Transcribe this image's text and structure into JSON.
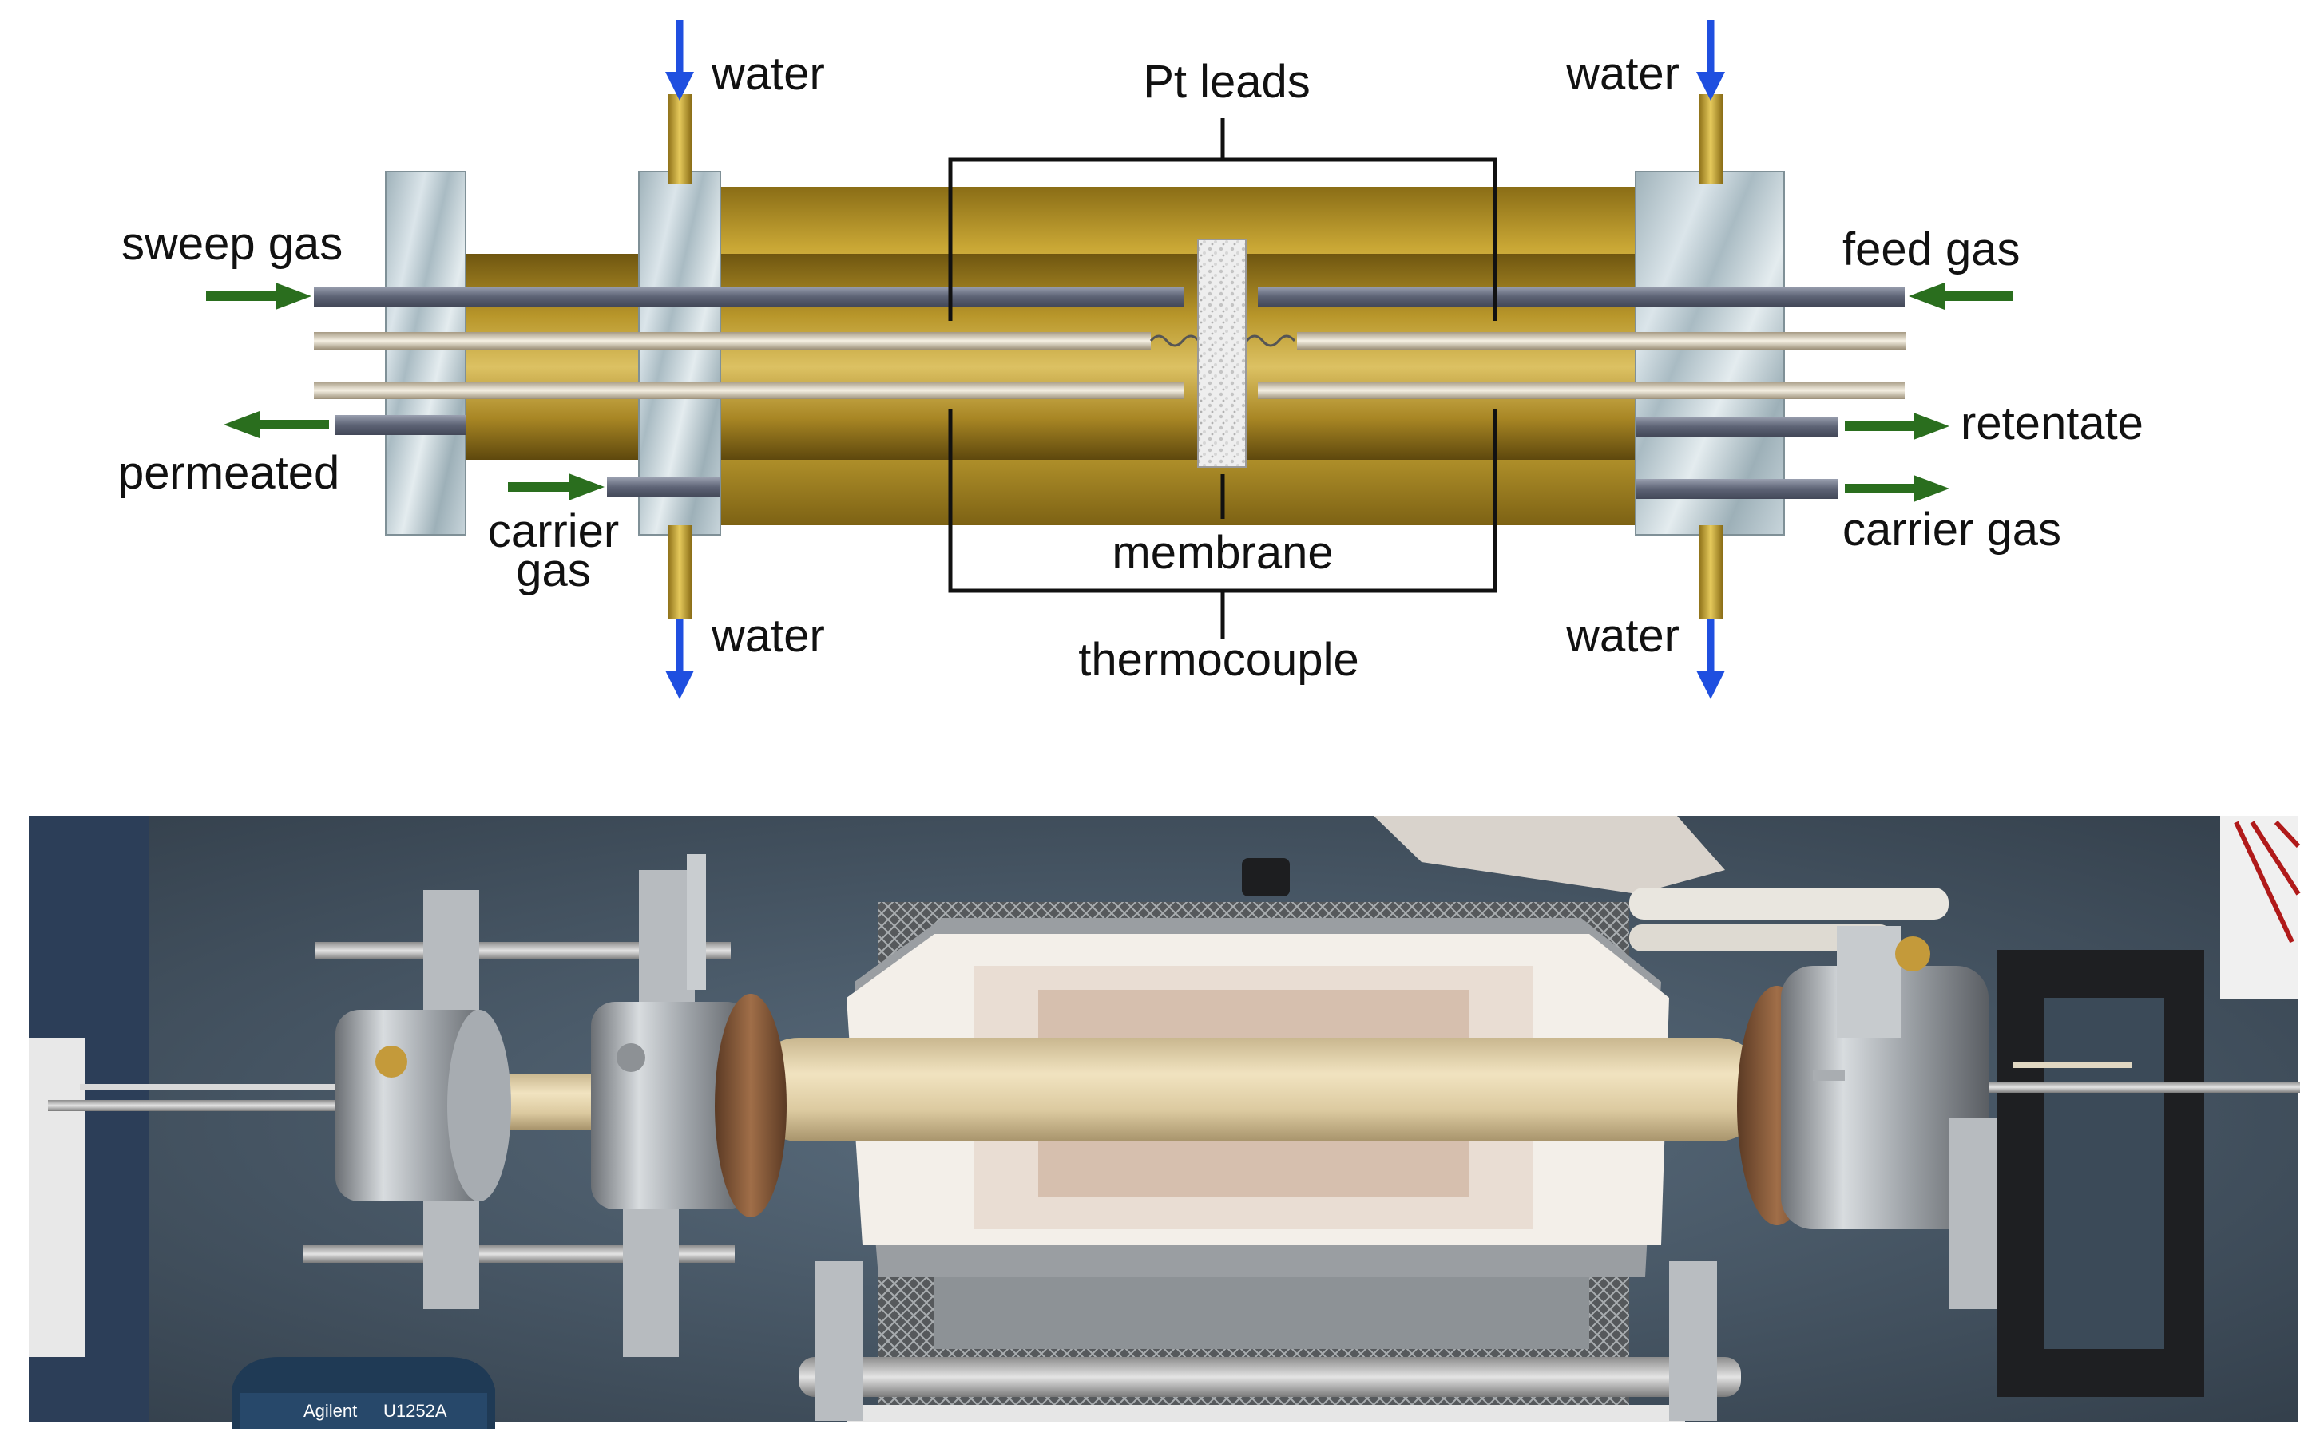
{
  "labels": {
    "water_top_left": "water",
    "water_top_right": "water",
    "water_bottom_left": "water",
    "water_bottom_right": "water",
    "pt_leads": "Pt leads",
    "sweep_gas": "sweep gas",
    "feed_gas": "feed gas",
    "permeated": "permeated",
    "retentate": "retentate",
    "carrier_gas_left_1": "carrier",
    "carrier_gas_left_2": "gas",
    "carrier_gas_right": "carrier gas",
    "membrane": "membrane",
    "thermocouple": "thermocouple"
  },
  "photo": {
    "meter_brand": "Agilent",
    "meter_model": "U1252A"
  },
  "colors": {
    "water_arrow": "#1f4fe0",
    "gas_arrow": "#2a6e1e",
    "tube_gold": "#d4b545",
    "flange_steel": "#b4c4cc",
    "gas_line": "#6e7486",
    "lead_wire": "#e2dccb"
  }
}
